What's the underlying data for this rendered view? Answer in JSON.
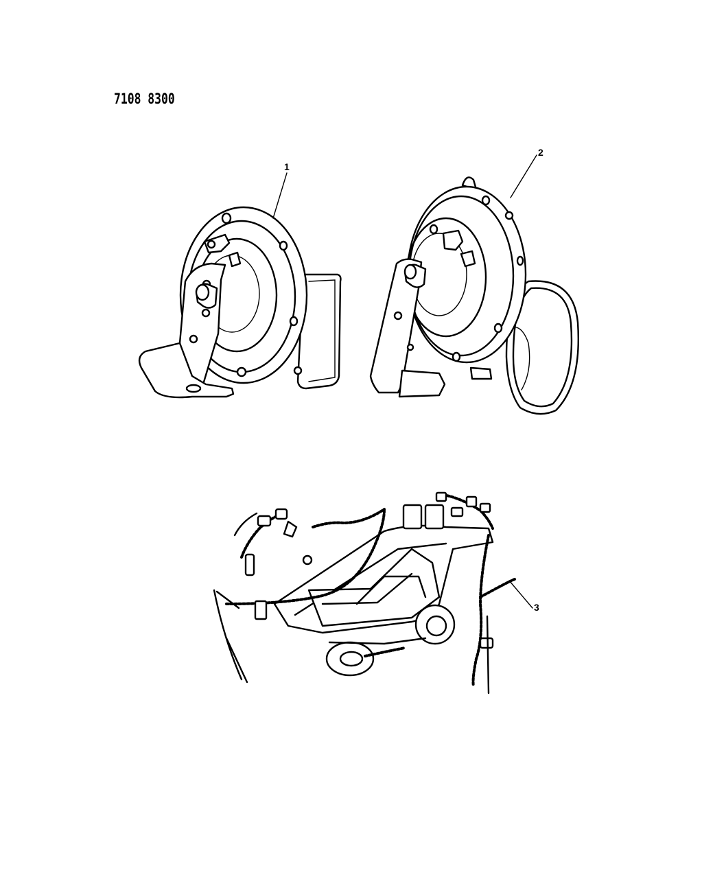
{
  "document": {
    "number": "7108 8300"
  },
  "callouts": [
    {
      "id": "c1",
      "label": "1"
    },
    {
      "id": "c2",
      "label": "2"
    },
    {
      "id": "c3",
      "label": "3"
    }
  ],
  "parts": {
    "horn_left": {
      "icon": "horn-icon"
    },
    "horn_right": {
      "icon": "horn-icon"
    },
    "wiring_harness": {
      "icon": "wiring-harness-icon"
    }
  }
}
